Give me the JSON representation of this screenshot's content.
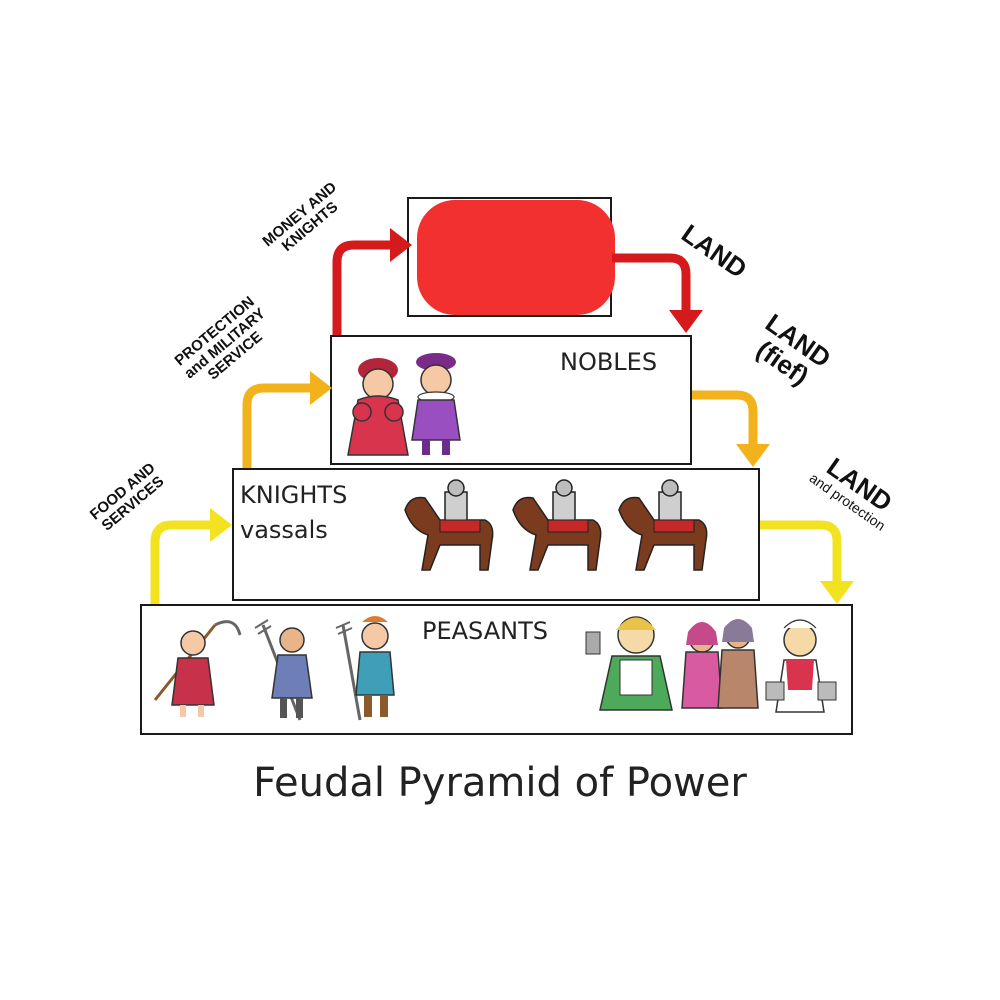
{
  "tiers": {
    "king": {
      "label": ""
    },
    "nobles": {
      "label": "NOBLES"
    },
    "knights": {
      "label_line1": "KNIGHTS",
      "label_line2": "vassals"
    },
    "peasants": {
      "label": "PEASANTS"
    }
  },
  "flows_up": {
    "money_knights": {
      "line1": "MONEY AND",
      "line2": "KNIGHTS"
    },
    "protection": {
      "line1": "PROTECTION",
      "line2": "and MILITARY",
      "line3": "SERVICE"
    },
    "food": {
      "line1": "FOOD AND",
      "line2": "SERVICES"
    }
  },
  "flows_down": {
    "land_king": {
      "line1": "LAND"
    },
    "land_fief": {
      "line1": "LAND",
      "line2": "(fief)"
    },
    "land_protection": {
      "line1": "LAND",
      "line2": "and protection"
    }
  },
  "caption": "Feudal Pyramid of Power",
  "colors": {
    "red_arrow": "#d41a1a",
    "orange_arrow": "#f2b21c",
    "yellow_arrow": "#f3e21f",
    "redaction": "#f23030"
  },
  "figures": {
    "nobles": [
      "noble-woman-icon",
      "noble-man-icon"
    ],
    "knights": [
      "knight-on-horse-icon",
      "knight-on-horse-icon",
      "knight-on-horse-icon"
    ],
    "peasants": [
      "peasant-scythe-icon",
      "peasant-pitchfork-icon",
      "peasant-pitchfork-icon",
      "peasant-woman-icon",
      "peasant-women-icon",
      "milkmaid-icon"
    ]
  }
}
